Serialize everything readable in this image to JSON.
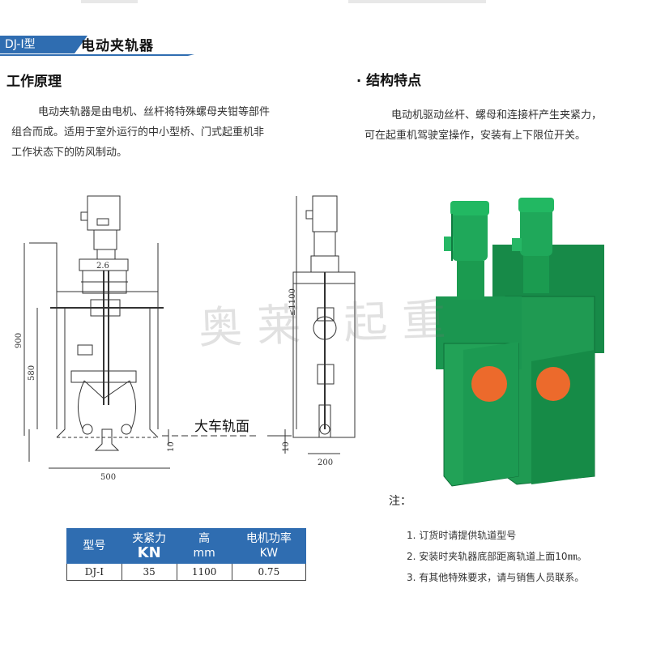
{
  "header": {
    "model_tag": "DJ-I型",
    "product_title": "电动夹轨器"
  },
  "left": {
    "heading": "工作原理",
    "paragraph_lines": [
      "电动夹轨器是由电机、丝杆将特殊螺母夹钳等部件",
      "组合而成。适用于室外运行的中小型桥、门式起重机非",
      "工作状态下的防风制动。"
    ]
  },
  "right": {
    "heading": "结构特点",
    "heading_bullet": "·",
    "paragraph_lines": [
      "电动机驱动丝杆、螺母和连接杆产生夹紧力，",
      "可在起重机驾驶室操作，安装有上下限位开关。"
    ]
  },
  "drawing": {
    "dim_2_6": "2.6",
    "dim_900": "900",
    "dim_580": "580",
    "dim_10_left": "10",
    "dim_500": "500",
    "rail_label": "大车轨面",
    "dim_1100": "≤1100",
    "dim_10_right": "10",
    "dim_200": "200"
  },
  "table": {
    "headers": [
      {
        "line1": "型号",
        "line2": ""
      },
      {
        "line1": "夹紧力",
        "line2": "KN"
      },
      {
        "line1": "高",
        "line2": "mm"
      },
      {
        "line1": "电机功率",
        "line2": "KW"
      }
    ],
    "rows": [
      [
        "DJ-I",
        "35",
        "1100",
        "0.75"
      ]
    ]
  },
  "notes": {
    "heading": "注：",
    "items": [
      "1. 订货时请提供轨道型号",
      "2. 安装时夹轨器底部距离轨道上面10㎜。",
      "3. 有其他特殊要求，请与销售人员联系。"
    ]
  },
  "watermark": "奥莱 起重",
  "colors": {
    "accent_blue": "#2f6db1",
    "machine_green": "#1f9a52",
    "motor_green": "#1fa85a",
    "orange_disc": "#ec6a2c"
  }
}
